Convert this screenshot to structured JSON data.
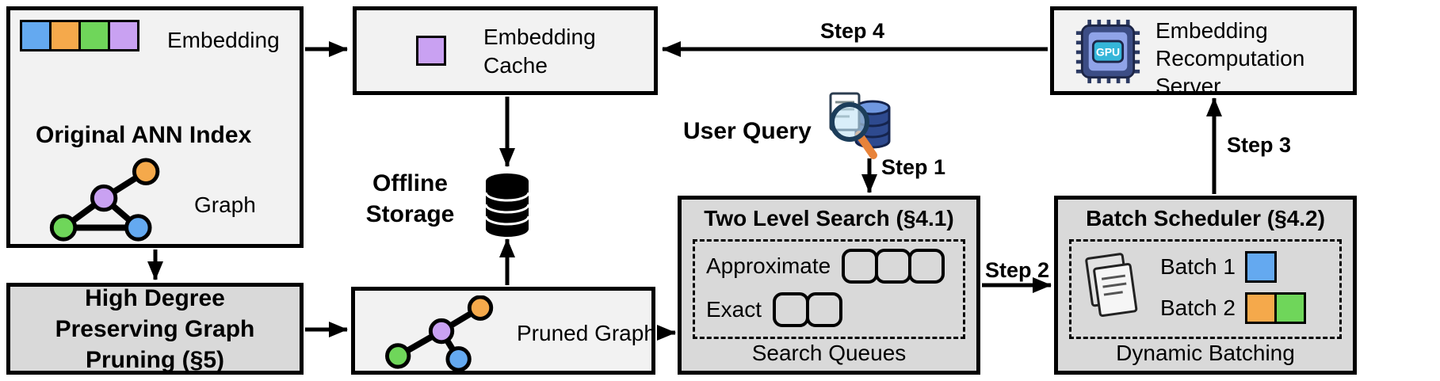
{
  "colors": {
    "blue": "#64a9f0",
    "orange": "#f5a94b",
    "green": "#6fd65a",
    "purple": "#c9a1f2"
  },
  "original_index": {
    "embedding_label": "Embedding",
    "title": "Original ANN Index",
    "graph_label": "Graph"
  },
  "embedding_cache": {
    "label": "Embedding Cache"
  },
  "offline_storage": {
    "label": "Offline Storage"
  },
  "graph_pruning": {
    "title": "High Degree Preserving Graph Pruning (§5)"
  },
  "pruned_graph": {
    "label": "Pruned Graph"
  },
  "user_query": {
    "label": "User Query"
  },
  "steps": {
    "step1": "Step 1",
    "step2": "Step 2",
    "step3": "Step 3",
    "step4": "Step 4"
  },
  "two_level_search": {
    "title": "Two Level Search (§4.1)",
    "approximate_label": "Approximate",
    "approximate_queue_count": 3,
    "exact_label": "Exact",
    "exact_queue_count": 2,
    "footer": "Search Queues"
  },
  "batch_scheduler": {
    "title": "Batch Scheduler (§4.2)",
    "batch1_label": "Batch 1",
    "batch2_label": "Batch 2",
    "footer": "Dynamic Batching"
  },
  "recomputation_server": {
    "label": "Embedding Recomputation Server",
    "gpu_text": "GPU"
  }
}
